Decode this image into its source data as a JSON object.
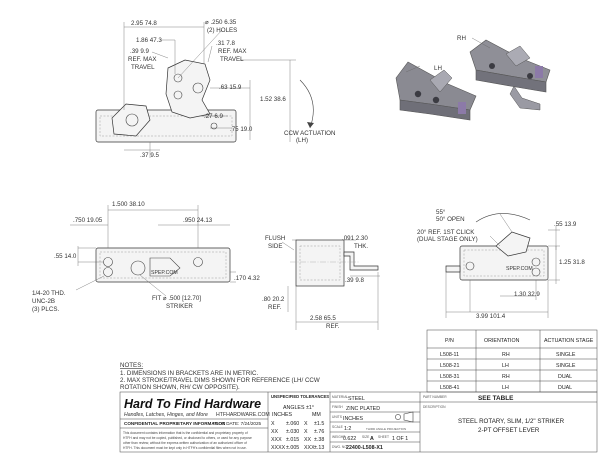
{
  "views": {
    "top_view": {
      "dims": {
        "overall_width": "2.95 74.8",
        "height_to_hole": "1.86 47.3",
        "hole_callout_1": "⌀ .250 6.35",
        "hole_callout_2": "(2) HOLES",
        "travel_left_1": ".39 9.9",
        "travel_left_2": "REF. MAX",
        "travel_left_3": "TRAVEL",
        "travel_right_1": ".31 7.8",
        "travel_right_2": "REF. MAX",
        "travel_right_3": "TRAVEL",
        "hole_height": ".63 15.9",
        "overall_height": "1.52 38.6",
        "lever_offset": ".27 6.9",
        "base_to_pivot": ".75 19.0",
        "bottom_offset": ".37 9.5",
        "actuation_1": "CCW ACTUATION",
        "actuation_2": "(LH)"
      }
    },
    "iso_view": {
      "rh_label": "RH",
      "lh_label": "LH"
    },
    "front_view": {
      "dims": {
        "center_spacing": "1.500 38.10",
        "left_offset": ".750 19.05",
        "right_offset": ".950 24.13",
        "vert_offset": ".55 14.0",
        "thickness": ".170 4.32",
        "thread_1": "1/4-20 THD.",
        "thread_2": "UNC-2B",
        "thread_3": "(3) PLCS.",
        "striker_1": "FIT ⌀ .500 [12.70]",
        "striker_2": "STRIKER",
        "brand": "SPEP.COM"
      }
    },
    "side_view": {
      "dims": {
        "flush_1": "FLUSH",
        "flush_2": "SIDE",
        "thk_1": ".091 2.30",
        "thk_2": "THK.",
        "lever_len": ".39 9.8",
        "height_ref_1": ".80 20.2",
        "height_ref_2": "REF.",
        "length_ref_1": "2.58 65.5",
        "length_ref_2": "REF."
      }
    },
    "open_view": {
      "dims": {
        "open_angle_1": "55°",
        "open_angle_2": "50° OPEN",
        "click_1": "20° REF. 1ST CLICK",
        "click_2": "(DUAL STAGE ONLY)",
        "top_offset": ".55 13.9",
        "height": "1.25 31.8",
        "spacing": "1.30 32.9",
        "overall_width": "3.99 101.4",
        "brand": "SPEP.COM"
      }
    }
  },
  "part_table": {
    "headers": [
      "P/N",
      "ORIENTATION",
      "ACTUATION STAGE"
    ],
    "rows": [
      [
        "L508-11",
        "RH",
        "SINGLE"
      ],
      [
        "L508-21",
        "LH",
        "SINGLE"
      ],
      [
        "L508-31",
        "RH",
        "DUAL"
      ],
      [
        "L508-41",
        "LH",
        "DUAL"
      ]
    ]
  },
  "notes": {
    "title": "NOTES:",
    "items": [
      "1.   DIMENSIONS IN BRACKETS ARE IN METRIC.",
      "2.   MAX STROKE/TRAVEL DIMS SHOWN FOR REFERENCE (LH/ CCW",
      "      ROTATION SHOWN, RH/ CW OPPOSITE)."
    ]
  },
  "title_block": {
    "company": "Hard To Find Hardware",
    "tagline": "Handles, Latches, Hinges, and More",
    "website": "HTFHARDWARE.COM",
    "confidential": "CONFIDENTIAL PROPRIETARY INFORMATION",
    "plot_date": "PLOT DATE: 7/24/2025",
    "disclaimer": [
      "This document contains information that is the confidential and proprietary property of",
      "HTFH and may not be copied, published, or disclosed to others, or used for any purpose",
      "other than review, without the express written authorization of an authorized officer of",
      "HTFH. This document must be kept only in HTFH's confidential files when not in use."
    ],
    "tolerances": {
      "header": "UNSPECIFIED TOLERANCES",
      "angles": "ANGLES ±1°",
      "col_inches": "INCHES",
      "col_mm": "MM",
      "rows": [
        [
          "X",
          "±.060",
          "X",
          "±1.5"
        ],
        [
          "XX",
          "±.030",
          "X",
          "±.76"
        ],
        [
          "XXX",
          "±.015",
          "XX",
          "±.38"
        ],
        [
          "XXXX",
          "±.005",
          "XXX",
          "±.13"
        ]
      ]
    },
    "material_label": "MATERIAL",
    "material": "STEEL",
    "finish_label": "FINISH",
    "finish": "ZINC PLATED",
    "units_label": "UNITS",
    "units": "INCHES",
    "scale_label": "SCALE",
    "scale": "1:2",
    "third_angle": "THIRD ANGLE PROJECTION",
    "weight_label": "WEIGHT",
    "weight": "0.622",
    "size_label": "SIZE",
    "size": "A",
    "sheet_label": "SHEET",
    "sheet": "1 OF 1",
    "dwg_label": "DWG. NO.",
    "dwg_no": "22400-L508-X1",
    "part_number_label": "PART NUMBER",
    "part_number": "SEE TABLE",
    "description_label": "DESCRIPTION",
    "description_1": "STEEL ROTARY, SLIM, 1/2\" STRIKER",
    "description_2": "2-PT OFFSET LEVER"
  }
}
